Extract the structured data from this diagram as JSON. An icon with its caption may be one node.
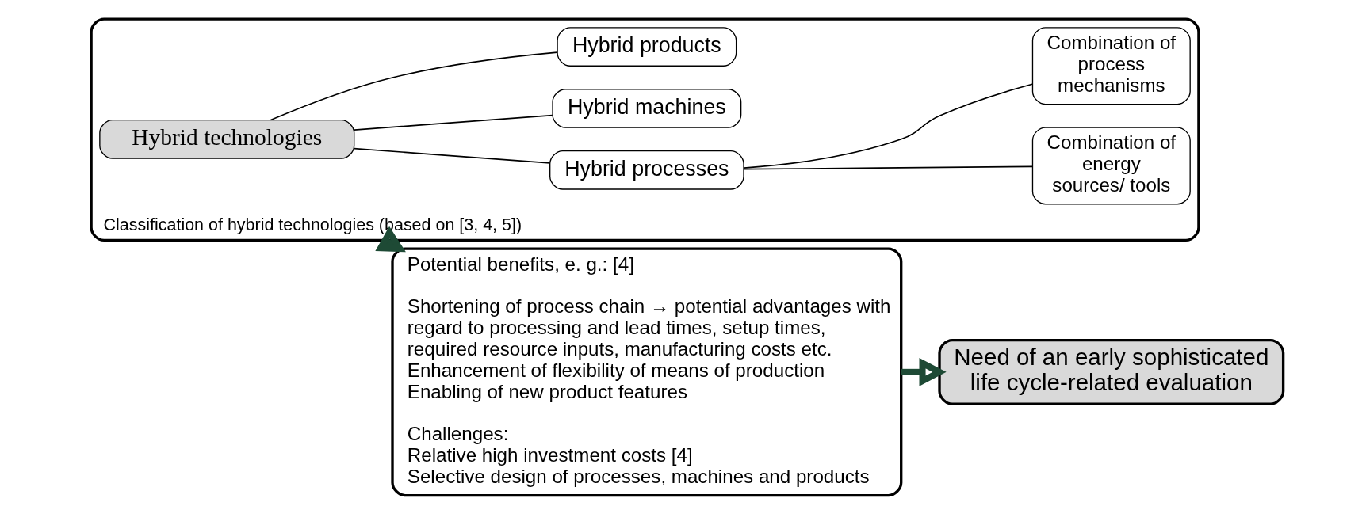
{
  "diagram": {
    "nodes": [
      {
        "text": [
          "Classification of hybrid technologies (based on [3, 4, 5])"
        ]
      },
      {
        "text": [
          "Hybrid technologies"
        ],
        "in": 0
      },
      {
        "text": [
          "Hybrid processes"
        ],
        "in": 0
      },
      {
        "text": [
          "Hybrid machines"
        ],
        "in": 0
      },
      {
        "text": [
          "Hybrid products"
        ],
        "in": 0
      },
      {
        "text": [
          "Combination of energy sources/ tools"
        ],
        "in": 0
      },
      {
        "text": [
          "Combination of process mechanisms"
        ],
        "in": 0
      },
      {
        "text": [
          "Potential benefits, e. g.: [4]",
          "Shortening of process chain → potential advantages with regard to processing and lead times, setup times, required resource inputs, manufacturing costs etc.",
          "Enhancement of flexibility of means of production",
          "Enabling of new product features",
          "Challenges:",
          "Relative high investment costs [4]",
          "Selective design of processes, machines and products"
        ]
      },
      {
        "text": [
          "Need of an early sophisticated life cycle-related evaluation"
        ]
      }
    ],
    "edges": [
      {
        "from": 1,
        "to": 2,
        "arrow": "none"
      },
      {
        "from": 1,
        "to": 3,
        "arrow": "none"
      },
      {
        "from": 1,
        "to": 4,
        "arrow": "none"
      },
      {
        "from": 2,
        "to": 5,
        "arrow": "none"
      },
      {
        "from": 2,
        "to": 6,
        "arrow": "none"
      },
      {
        "from": 0,
        "to": 7,
        "arrow": "to",
        "style": "thick",
        "color": "#1e4a35"
      },
      {
        "from": 7,
        "to": 8,
        "arrow": "to",
        "style": "thick",
        "color": "#1e4a35"
      }
    ]
  }
}
